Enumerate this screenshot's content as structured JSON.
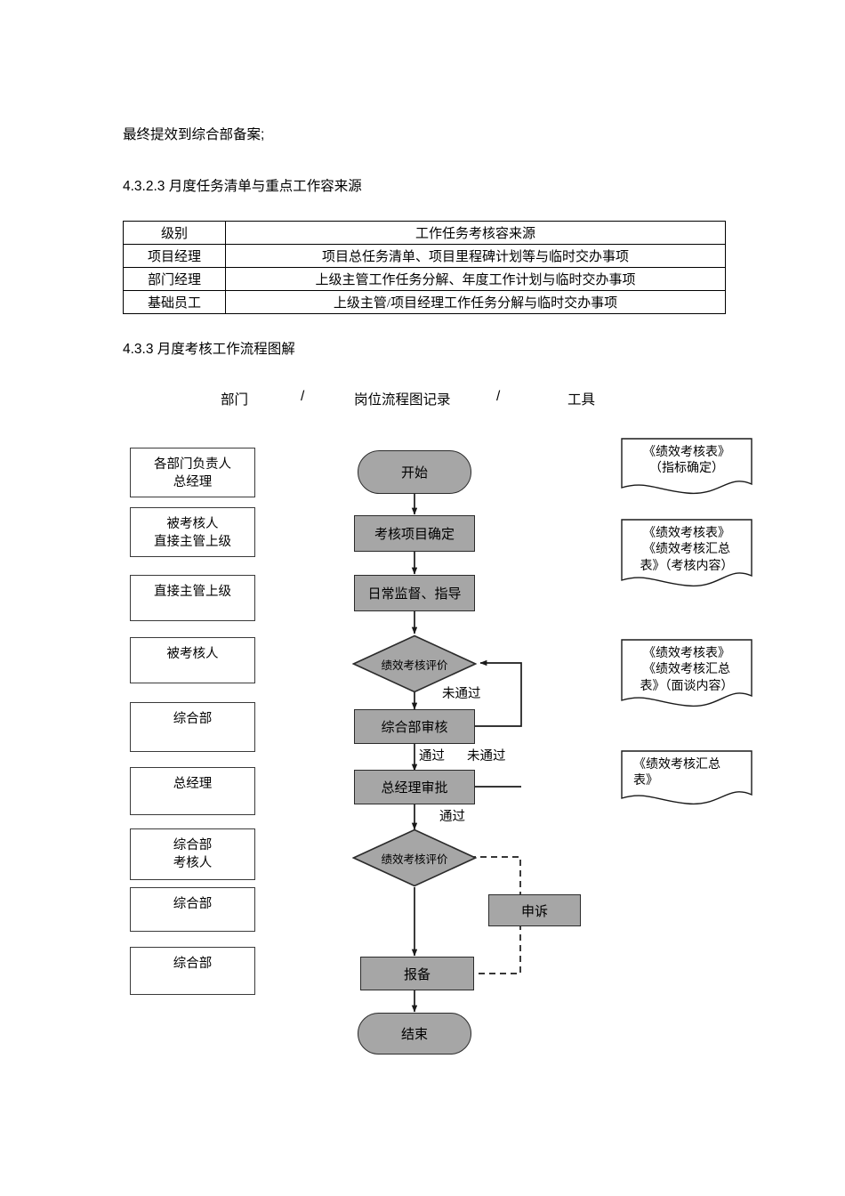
{
  "document": {
    "intro_line": "最终提效到综合部备案;",
    "section_heading_1": "4.3.2.3 月度任务清单与重点工作容来源",
    "section_heading_2": "4.3.3 月度考核工作流程图解"
  },
  "table": {
    "headers": [
      "级别",
      "工作任务考核容来源"
    ],
    "rows": [
      [
        "项目经理",
        "项目总任务清单、项目里程碑计划等与临时交办事项"
      ],
      [
        "部门经理",
        "上级主管工作任务分解、年度工作计划与临时交办事项"
      ],
      [
        "基础员工",
        "上级主管/项目经理工作任务分解与临时交办事项"
      ]
    ]
  },
  "flow_header": {
    "department": "部门",
    "slash_1": "/",
    "position_record": "岗位流程图记录",
    "slash_2": "/",
    "tool": "工具"
  },
  "roles": [
    {
      "text": "各部门负责人\n总经理"
    },
    {
      "text": "被考核人\n直接主管上级"
    },
    {
      "text": "直接主管上级"
    },
    {
      "text": "被考核人"
    },
    {
      "text": "综合部"
    },
    {
      "text": "总经理"
    },
    {
      "text": "综合部\n考核人"
    },
    {
      "text": "综合部"
    },
    {
      "text": "综合部"
    }
  ],
  "flow_nodes": {
    "start": "开始",
    "step_1": "考核项目确定",
    "step_2": "日常监督、指导",
    "decision_1": "绩效考核评价",
    "step_3": "综合部审核",
    "step_4": "总经理审批",
    "decision_2": "绩效考核评价",
    "appeal": "申诉",
    "step_5": "报备",
    "end": "结束"
  },
  "edge_labels": {
    "fail_1": "未通过",
    "pass_1": "通过",
    "fail_2": "未通过",
    "pass_2": "通过"
  },
  "documents": [
    {
      "text": "《绩效考核表》\n（指标确定）",
      "align": "center"
    },
    {
      "text": "《绩效考核表》\n《绩效考核汇总\n表》（考核内容）",
      "align": "center"
    },
    {
      "text": "《绩效考核表》\n《绩效考核汇总\n表》（面谈内容）",
      "align": "center"
    },
    {
      "text": "《绩效考核汇总\n表》",
      "align": "left"
    }
  ],
  "colors": {
    "node_fill": "#a6a6a6",
    "node_stroke": "#2b2b2b",
    "role_stroke": "#3a3a3a",
    "page_background": "#ffffff",
    "text": "#000000"
  }
}
